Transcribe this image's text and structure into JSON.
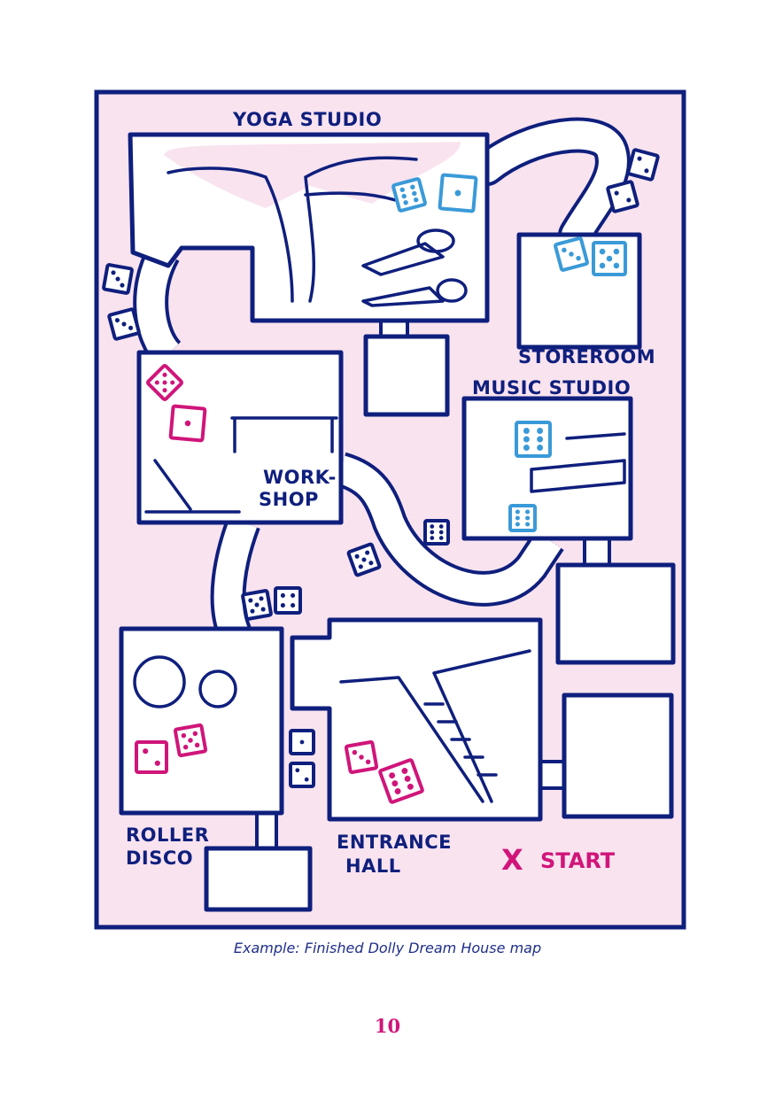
{
  "map": {
    "rooms": {
      "yoga": "YOGA STUDIO",
      "storeroom": "STOREROOM",
      "music": "MUSIC STUDIO",
      "workshop_1": "WORK-",
      "workshop_2": "SHOP",
      "roller_1": "ROLLER",
      "roller_2": "DISCO",
      "entrance_1": "ENTRANCE",
      "entrance_2": "HALL"
    },
    "start_marker": "X",
    "start_label": "START"
  },
  "caption": "Example: Finished Dolly Dream House map",
  "page_number": "10",
  "colors": {
    "navy": "#0f1f7d",
    "pink_bg": "#f9e3ef",
    "magenta": "#d0157a",
    "blue": "#3a9ad8"
  }
}
